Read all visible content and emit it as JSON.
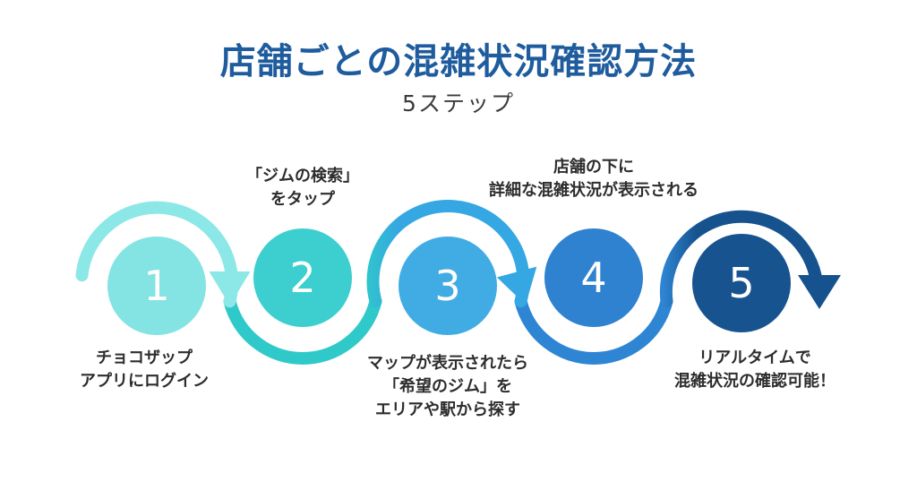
{
  "header": {
    "title": "店舗ごとの混雑状況確認方法",
    "subtitle": "5ステップ",
    "title_color": "#1F5C9E"
  },
  "steps": [
    {
      "number": "1",
      "label": "チョコザップ\nアプリにログイン",
      "label_position": "below",
      "circle_color": "#84E3E3"
    },
    {
      "number": "2",
      "label": "「ジムの検索」\nをタップ",
      "label_position": "above",
      "circle_color": "#3DCFCF"
    },
    {
      "number": "3",
      "label": "マップが表示されたら\n「希望のジム」を\nエリアや駅から探す",
      "label_position": "below",
      "circle_color": "#41ACE4"
    },
    {
      "number": "4",
      "label": "店舗の下に\n詳細な混雑状況が表示される",
      "label_position": "above",
      "circle_color": "#2E82CF"
    },
    {
      "number": "5",
      "label": "リアルタイムで\n混雑状況の確認可能！",
      "label_position": "below",
      "circle_color": "#17538F"
    }
  ],
  "flow_arrow": {
    "segment_colors": [
      "#8CE7E7",
      "#2FC9C9",
      "#35A7E2",
      "#2E85D3",
      "#16538E"
    ]
  }
}
